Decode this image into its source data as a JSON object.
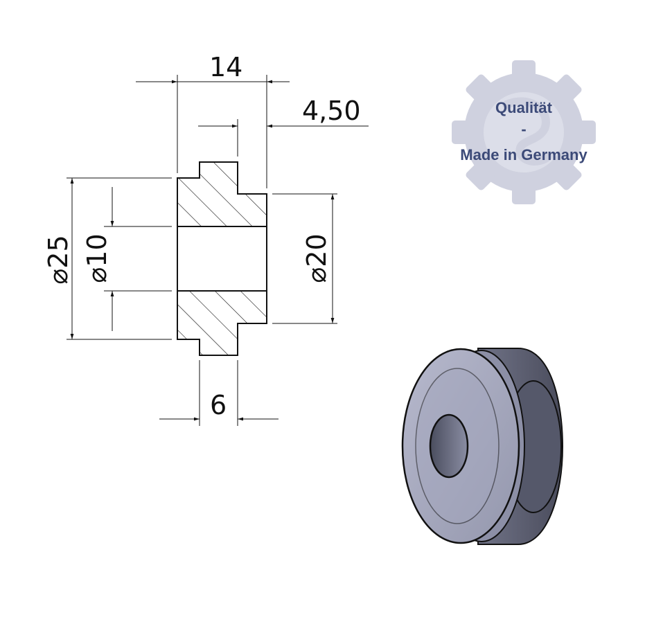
{
  "drawing": {
    "dimensions": {
      "overall_length": "14",
      "flange_offset": "4,50",
      "bore_diameter_top_len": "6",
      "outer_diameter": "25",
      "bore_diameter": "10",
      "hub_diameter": "20",
      "diameter_symbol": "⌀"
    }
  },
  "badge": {
    "line1": "Qualität",
    "line2": "-",
    "line3": "Made in Germany",
    "icon": "gear-icon"
  },
  "colors": {
    "line": "#111111",
    "badge_gear": "#cfd1df",
    "badge_text": "#3c4a78",
    "part_face": "#a3a6bd",
    "part_side": "#5a5d70"
  }
}
